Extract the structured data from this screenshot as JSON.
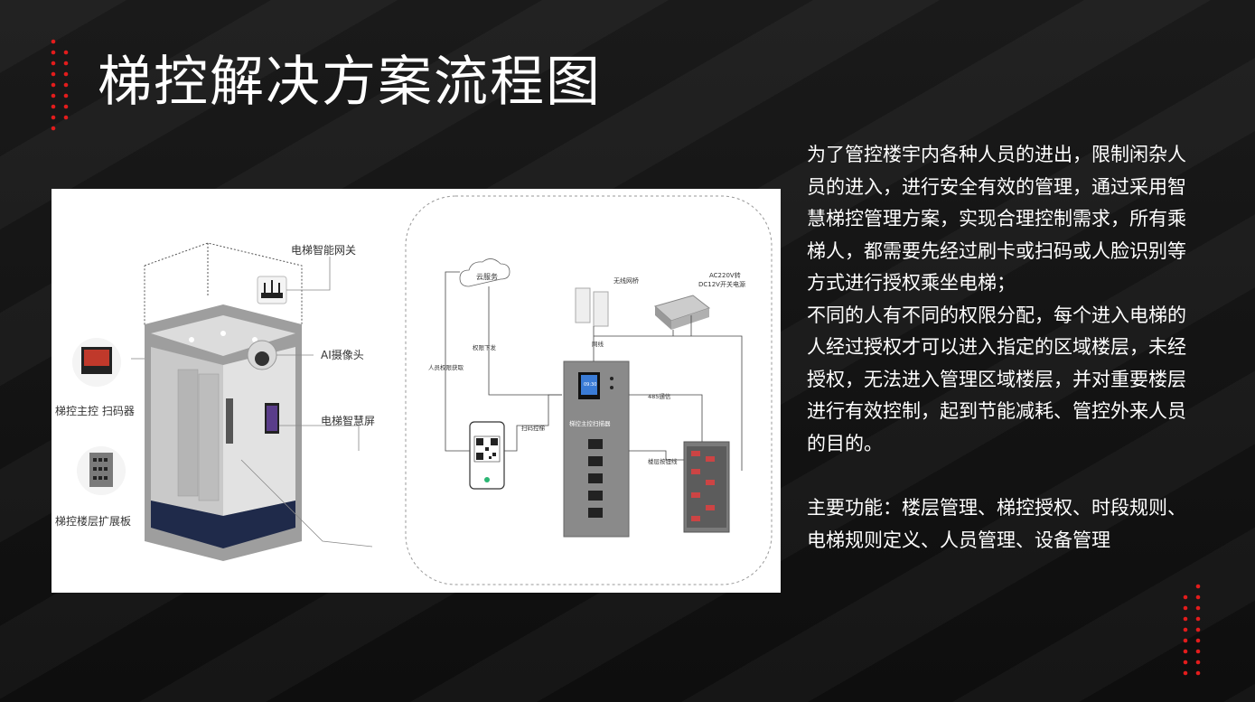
{
  "page": {
    "title": "梯控解决方案流程图",
    "accent_color": "#e31c1c"
  },
  "description": {
    "p1": " 为了管控楼宇内各种人员的进出，限制闲杂人员的进入，进行安全有效的管理，通过采用智慧梯控管理方案，实现合理控制需求，所有乘梯人，都需要先经过刷卡或扫码或人脸识别等方式进行授权乘坐电梯；",
    "p2": "不同的人有不同的权限分配，每个进入电梯的人经过授权才可以进入指定的区域楼层，未经授权，无法进入管理区域楼层，并对重要楼层进行有效控制，起到节能减耗、管控外来人员的目的。",
    "p3": "主要功能：楼层管理、梯控授权、时段规则、电梯规则定义、人员管理、设备管理"
  },
  "diagram": {
    "left_labels": {
      "gateway": "电梯智能网关",
      "camera": "AI摄像头",
      "smart_screen": "电梯智慧屏",
      "main_scanner": "梯控主控 扫码器",
      "floor_board": "梯控楼层扩展板"
    },
    "right_labels": {
      "cloud": "云服务",
      "bridge": "无线网桥",
      "power_line1": "AC220V转",
      "power_line2": "DC12V开关电源",
      "network_cable": "网线",
      "permission_push": "权限下发",
      "person_permission": "人员权限获取",
      "scan_control": "扫码控梯",
      "comm485": "485通信",
      "floor_button_line": "楼层按钮线",
      "scanner_device": "梯控主控扫描器",
      "screen_time": "09:30"
    }
  }
}
